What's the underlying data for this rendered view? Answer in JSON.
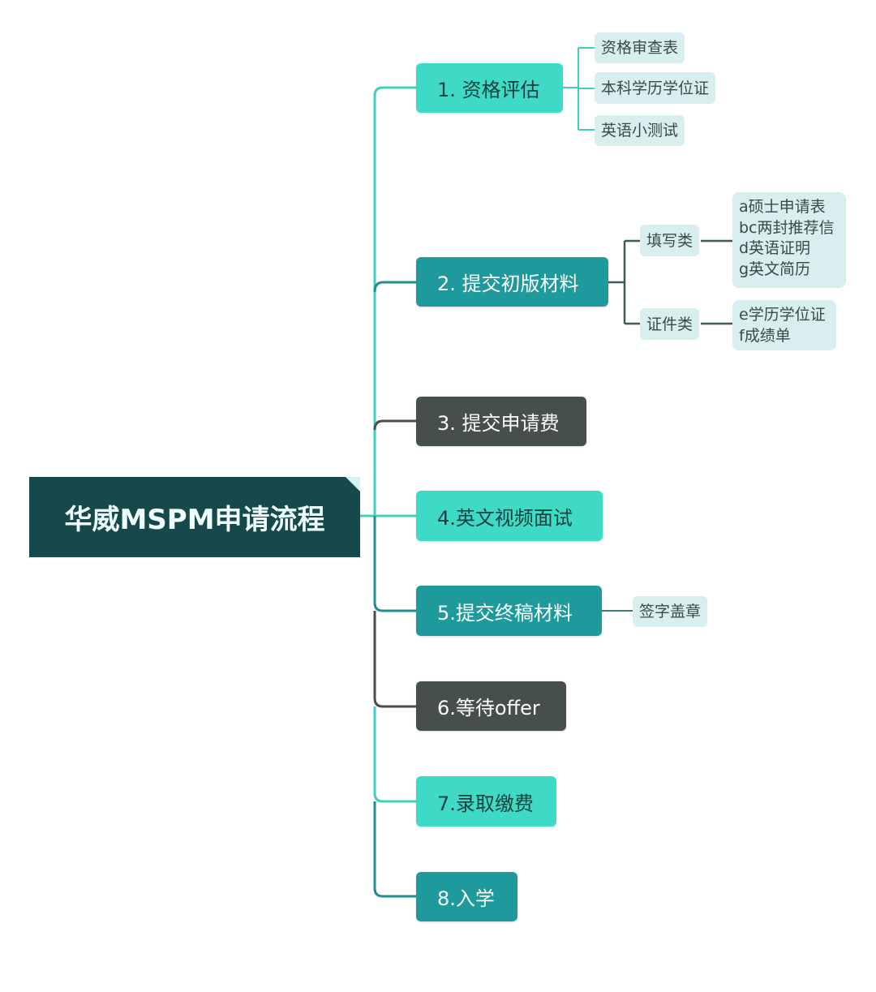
{
  "root": {
    "title": "华威MSPM申请流程"
  },
  "steps": [
    {
      "label": "1. 资格评估",
      "children": [
        "资格审查表",
        "本科学历学位证",
        "英语小测试"
      ]
    },
    {
      "label": "2. 提交初版材料",
      "groups": [
        {
          "label": "填写类",
          "items": [
            "a硕士申请表",
            "bc两封推荐信",
            "d英语证明",
            "g英文简历"
          ]
        },
        {
          "label": "证件类",
          "items": [
            "e学历学位证",
            "f成绩单"
          ]
        }
      ]
    },
    {
      "label": "3. 提交申请费"
    },
    {
      "label": "4.英文视频面试"
    },
    {
      "label": "5.提交终稿材料",
      "children": [
        "签字盖章"
      ]
    },
    {
      "label": "6.等待offer"
    },
    {
      "label": "7.录取缴费"
    },
    {
      "label": "8.入学"
    }
  ],
  "colors": {
    "root": "#17494a",
    "light": "#3fdac6",
    "mid": "#1f9a9c",
    "dark": "#464f4c",
    "leaf": "#d9eeee"
  }
}
